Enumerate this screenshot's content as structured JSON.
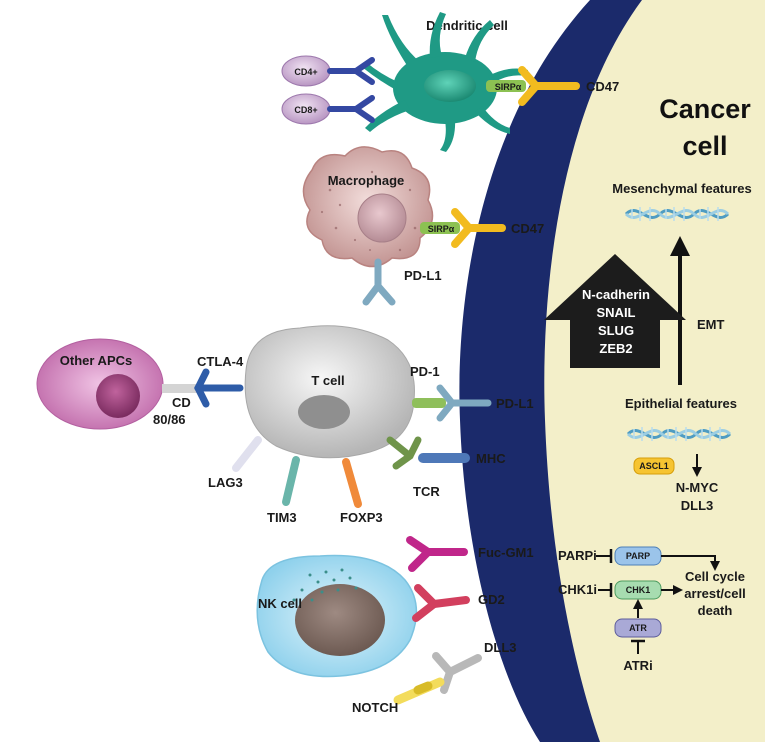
{
  "cancer_cell": {
    "title_line1": "Cancer",
    "title_line2": "cell",
    "mesenchymal": "Mesenchymal features",
    "epithelial": "Epithelial features",
    "emt": "EMT",
    "emt_markers": [
      "N-cadherin",
      "SNAIL",
      "SLUG",
      "ZEB2"
    ],
    "ascl1": "ASCL1",
    "nmyc": "N-MYC",
    "dll3": "DLL3",
    "parpi": "PARPi",
    "parp": "PARP",
    "chk1i": "CHK1i",
    "chk1": "CHK1",
    "atr": "ATR",
    "atri": "ATRi",
    "outcome_line1": "Cell cycle",
    "outcome_line2": "arrest/cell",
    "outcome_line3": "death"
  },
  "dendritic": {
    "label": "Dendritic cell",
    "cd4": "CD4+",
    "cd8": "CD8+",
    "sirpa": "SIRPα",
    "cd47": "CD47"
  },
  "macrophage": {
    "label": "Macrophage",
    "sirpa": "SIRPα",
    "cd47": "CD47",
    "pdl1": "PD-L1"
  },
  "tcell": {
    "label": "T cell",
    "other_apcs": "Other APCs",
    "ctla4": "CTLA-4",
    "cd_line1": "CD",
    "cd_line2": "80/86",
    "pd1": "PD-1",
    "pdl1": "PD-L1",
    "mhc": "MHC",
    "tcr": "TCR",
    "lag3": "LAG3",
    "tim3": "TIM3",
    "foxp3": "FOXP3"
  },
  "nk": {
    "label": "NK cell",
    "fucgm1": "Fuc-GM1",
    "gd2": "GD2",
    "dll3": "DLL3",
    "notch": "NOTCH"
  },
  "colors": {
    "membrane": "#1b2a6b",
    "cytoplasm": "#f3efc9",
    "dendritic": "#1f9a85",
    "macrophage": "#c89a96",
    "tcell": "#cfcfcf",
    "apc": "#c978b5",
    "nk": "#a9dcef",
    "cd47_receptor": "#f2bb1f",
    "sirpa": "#8cc152",
    "pd1": "#8fbf5b",
    "pdl1": "#7fa9c0",
    "ctla4": "#2e5ca8"
  }
}
